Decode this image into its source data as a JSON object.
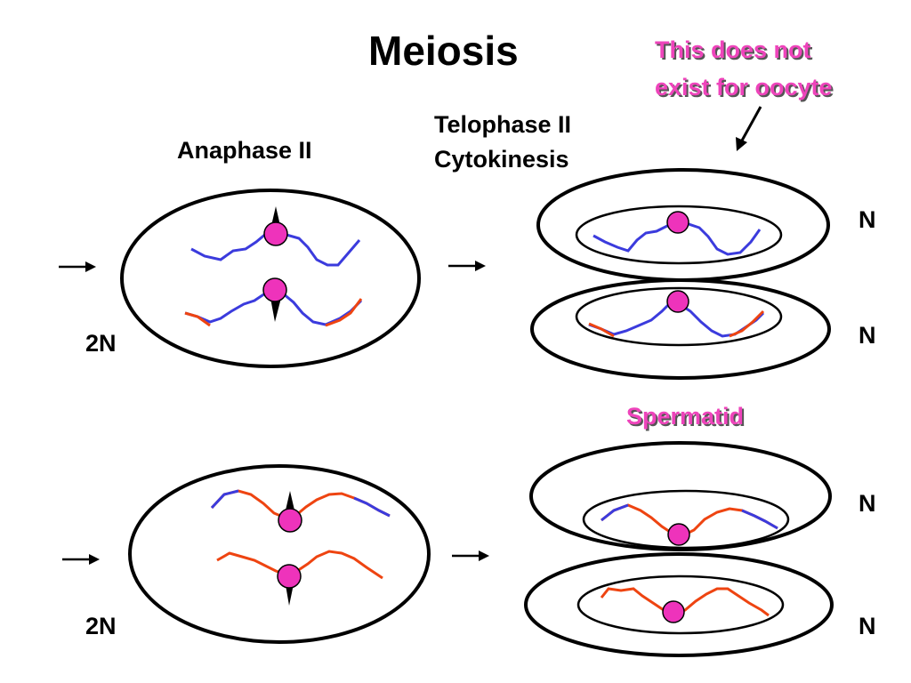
{
  "title": "Meiosis",
  "labels": {
    "anaphase": "Anaphase II",
    "telophase_line1": "Telophase II",
    "telophase_line2": "Cytokinesis",
    "note_line1": "This does not",
    "note_line2": "exist for oocyte",
    "spermatid": "Spermatid",
    "diploid": "2N",
    "haploid": "N"
  },
  "colors": {
    "cell_outline": "#000000",
    "chromatid_blue": "#3b3bdd",
    "chromatid_red": "#ee4411",
    "centromere": "#ee33bb",
    "note_text": "#ee44bb"
  }
}
